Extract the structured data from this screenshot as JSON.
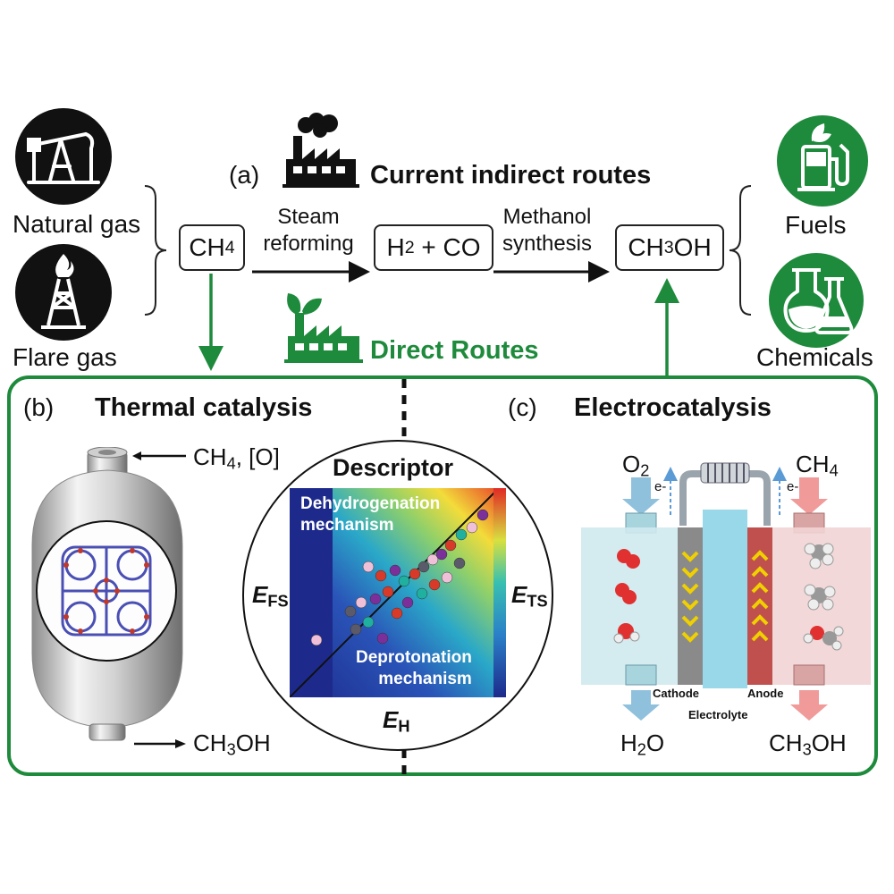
{
  "sources": {
    "natural_gas": "Natural gas",
    "flare_gas": "Flare gas"
  },
  "products": {
    "fuels": "Fuels",
    "chemicals": "Chemicals"
  },
  "indirect": {
    "marker": "(a)",
    "title": "Current indirect routes",
    "ch4": "CH",
    "ch4_sub": "4",
    "steam_1": "Steam",
    "steam_2": "reforming",
    "syngas_a": "H",
    "syngas_sub": "2",
    "syngas_b": " + CO",
    "methanol_1": "Methanol",
    "methanol_2": "synthesis",
    "ch3oh_a": "CH",
    "ch3oh_sub": "3",
    "ch3oh_b": "OH"
  },
  "direct": {
    "title": "Direct Routes"
  },
  "thermal": {
    "marker": "(b)",
    "title": "Thermal catalysis",
    "inlet_a": "CH",
    "inlet_sub": "4",
    "inlet_b": ", [O]",
    "outlet_a": "CH",
    "outlet_sub": "3",
    "outlet_b": "OH"
  },
  "descriptor": {
    "title": "Descriptor",
    "region_top_1": "Dehydrogenation",
    "region_top_2": "mechanism",
    "region_bottom_1": "Deprotonation",
    "region_bottom_2": "mechanism",
    "axis_left": "E",
    "axis_left_sub": "FS",
    "axis_right": "E",
    "axis_right_sub": "TS",
    "axis_bottom": "E",
    "axis_bottom_sub": "H"
  },
  "electro": {
    "marker": "(c)",
    "title": "Electrocatalysis",
    "o2_a": "O",
    "o2_sub": "2",
    "ch4_a": "CH",
    "ch4_sub": "4",
    "electron": "e-",
    "cathode": "Cathode",
    "anode": "Anode",
    "electrolyte": "Electrolyte",
    "h2o_a": "H",
    "h2o_sub": "2",
    "h2o_b": "O",
    "ch3oh_a": "CH",
    "ch3oh_sub": "3",
    "ch3oh_b": "OH"
  },
  "colors": {
    "green": "#1e8a3c",
    "black": "#111111"
  },
  "icons": [
    "oil-pump-icon",
    "flare-derrick-icon",
    "factory-smoke-icon",
    "green-factory-icon",
    "fuel-pump-leaf-icon",
    "flasks-icon"
  ]
}
